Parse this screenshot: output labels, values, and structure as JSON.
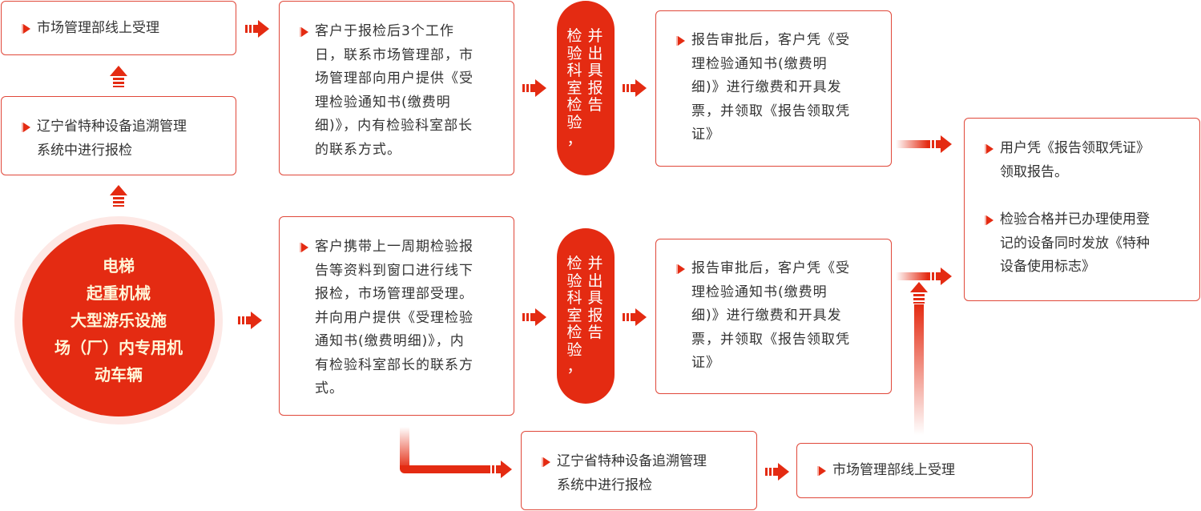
{
  "colors": {
    "accent": "#e42b12",
    "border": "#e0483a",
    "text": "#333333",
    "circle_ring": "#fde8e5",
    "circle_text": "#fff6d8"
  },
  "center_circle": {
    "lines": [
      "电梯",
      "起重机械",
      "大型游乐设施",
      "场（厂）内专用机",
      "动车辆"
    ]
  },
  "left_column": {
    "top_box": {
      "icon": "triangle-bullet-icon",
      "lines": [
        "市场管理部线上受理"
      ]
    },
    "middle_box": {
      "icon": "triangle-bullet-icon",
      "lines": [
        "辽宁省特种设备追溯管理",
        "系统中进行报检"
      ]
    }
  },
  "upper_flow": {
    "step1": {
      "icon": "triangle-bullet-icon",
      "lines": [
        "客户于报检后3个工作",
        "日，联系市场管理部，市",
        "场管理部向用户提供《受",
        "理检验通知书(缴费明",
        "细)》，内有检验科室部长",
        "的联系方式。"
      ]
    },
    "pill": {
      "right_col": [
        "并",
        "出",
        "具",
        "报",
        "告"
      ],
      "left_col": [
        "检",
        "验",
        "科",
        "室",
        "检",
        "验",
        "，"
      ]
    },
    "step3": {
      "icon": "triangle-bullet-icon",
      "lines": [
        "报告审批后，客户凭《受",
        "理检验通知书(缴费明",
        "细)》进行缴费和开具发",
        "票，并领取《报告领取凭",
        "证》"
      ]
    }
  },
  "lower_flow": {
    "step1": {
      "icon": "triangle-bullet-icon",
      "lines": [
        "客户携带上一周期检验报",
        "告等资料到窗口进行线下",
        "报检，市场管理部受理。",
        "并向用户提供《受理检验",
        "通知书(缴费明细)》，内",
        "有检验科室部长的联系方",
        "式。"
      ]
    },
    "pill": {
      "right_col": [
        "并",
        "出",
        "具",
        "报",
        "告"
      ],
      "left_col": [
        "检",
        "验",
        "科",
        "室",
        "检",
        "验",
        "，"
      ]
    },
    "step3": {
      "icon": "triangle-bullet-icon",
      "lines": [
        "报告审批后，客户凭《受",
        "理检验通知书(缴费明",
        "细)》进行缴费和开具发",
        "票，并领取《报告领取凭",
        "证》"
      ]
    }
  },
  "bottom_flow": {
    "system_box": {
      "icon": "triangle-bullet-icon",
      "lines": [
        "辽宁省特种设备追溯管理",
        "系统中进行报检"
      ]
    },
    "accept_box": {
      "icon": "triangle-bullet-icon",
      "lines": [
        "市场管理部线上受理"
      ]
    }
  },
  "final_box": {
    "items": [
      {
        "icon": "triangle-bullet-icon",
        "lines": [
          "用户凭《报告领取凭证》",
          "领取报告。"
        ]
      },
      {
        "icon": "triangle-bullet-icon",
        "lines": [
          "检验合格并已办理使用登",
          "记的设备同时发放《特种",
          "设备使用标志》"
        ]
      }
    ]
  },
  "arrows": [
    "arrow-right-icon",
    "arrow-up-icon"
  ]
}
